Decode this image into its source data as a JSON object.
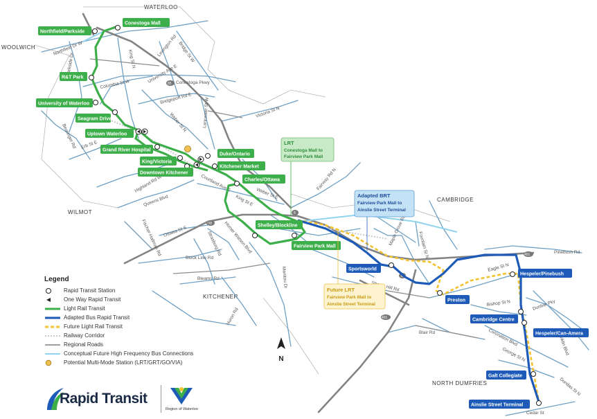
{
  "regions": {
    "waterloo": "WATERLOO",
    "woolwich": "WOOLWICH",
    "wilmot": "WILMOT",
    "cambridge": "CAMBRIDGE",
    "kitchener": "KITCHENER",
    "north_dumfries": "NORTH DUMFRIES"
  },
  "roads": {
    "northfield": "Northfield Dr W",
    "king": "King St N",
    "lexington": "Lexington Rd",
    "bridge": "Bridge St W",
    "university": "University Ave E",
    "conestoga_pkwy": "Conestoga Pkwy",
    "parkside": "Parkside Dr",
    "columbia": "Columbia St W",
    "bridgeport": "Bridgeport Rd E",
    "weber": "Weber St N",
    "lancaster": "Lancaster St W",
    "victoria": "Victoria St N",
    "erb": "Erb St E",
    "bearinger": "Bearinger Rd",
    "highland": "Highland Rd W",
    "queens": "Queens Blvd",
    "courtland": "Courtland Ave E",
    "king_e": "King St E",
    "weber_e": "Weber St E",
    "fairway": "Fairway Rd N",
    "ottawa": "Ottawa St S",
    "strasburg": "Strasburg Rd",
    "homer_watson": "Homer Watson Blvd",
    "block_line": "Block Line Rd",
    "bleams": "Bleams Rd",
    "manitou": "Manitou Dr",
    "fischer_hallman": "Fischer-Hallman Rd",
    "huron": "Huron Rd",
    "maple_grove": "Maple Grove Rd",
    "fountain": "Fountain St N",
    "shantz_hill": "Shantz Hill Rd",
    "pinebush": "Pinebush Rd",
    "eagle": "Eagle St N",
    "bishop": "Bishop St N",
    "dunbar": "Dunbar Pky",
    "coronation": "Coronation Blvd",
    "george": "George St N",
    "franklin": "Franklin Blvd",
    "dundas": "Dundas St N",
    "cedar": "Cedar St",
    "blair": "Blair Rd",
    "hwy_85": "85",
    "hwy_8": "8",
    "hwy_7": "7/8",
    "hwy_401": "401"
  },
  "stations": [
    {
      "label": "Conestoga Mall",
      "color": "#3daf4a"
    },
    {
      "label": "Northfield/Parkside",
      "color": "#3daf4a"
    },
    {
      "label": "R&T Park",
      "color": "#3daf4a"
    },
    {
      "label": "University of Waterloo",
      "color": "#3daf4a"
    },
    {
      "label": "Seagram Drive",
      "color": "#3daf4a"
    },
    {
      "label": "Uptown Waterloo",
      "color": "#3daf4a"
    },
    {
      "label": "Grand River Hospital",
      "color": "#3daf4a"
    },
    {
      "label": "King/Victoria",
      "color": "#3daf4a"
    },
    {
      "label": "Downtown Kitchener",
      "color": "#3daf4a"
    },
    {
      "label": "Duke/Ontario",
      "color": "#3daf4a"
    },
    {
      "label": "Kitchener Market",
      "color": "#3daf4a"
    },
    {
      "label": "Charles/Ottawa",
      "color": "#3daf4a"
    },
    {
      "label": "Shelley/Blockline",
      "color": "#3daf4a"
    },
    {
      "label": "Fairview Park Mall",
      "color": "#3daf4a"
    },
    {
      "label": "Sportsworld",
      "color": "#1e5bb8"
    },
    {
      "label": "Preston",
      "color": "#1e5bb8"
    },
    {
      "label": "Hespeler/Pinebush",
      "color": "#1e5bb8"
    },
    {
      "label": "Cambridge Centre",
      "color": "#1e5bb8"
    },
    {
      "label": "Hespeler/Can-Amera",
      "color": "#1e5bb8"
    },
    {
      "label": "Galt Collegiate",
      "color": "#1e5bb8"
    },
    {
      "label": "Ainslie Street Terminal",
      "color": "#1e5bb8"
    }
  ],
  "callouts": {
    "lrt": {
      "title": "LRT",
      "line1": "Conestoga Mall to",
      "line2": "Fairview Park Mall"
    },
    "brt": {
      "title": "Adapted BRT",
      "line1": "Fairview Park Mall to",
      "line2": "Ainslie Street Terminal"
    },
    "future": {
      "title": "Future LRT",
      "line1": "Fairview Park Mall to",
      "line2": "Ainslie Street Terminal"
    }
  },
  "legend": {
    "title": "Legend",
    "items": [
      {
        "symbol": "station",
        "label": "Rapid Transit Station"
      },
      {
        "symbol": "one-way",
        "label": "One Way Rapid Transit"
      },
      {
        "symbol": "lrt",
        "label": "Light Rail Transit"
      },
      {
        "symbol": "brt",
        "label": "Adapted Bus Rapid Transit"
      },
      {
        "symbol": "future",
        "label": "Future Light Rail Transit"
      },
      {
        "symbol": "rail",
        "label": "Railway Corridor"
      },
      {
        "symbol": "regional",
        "label": "Regional Roads"
      },
      {
        "symbol": "hfb",
        "label": "Conceptual Future High Frequency Bus Connections"
      },
      {
        "symbol": "multimodal",
        "label": "Potential Multi-Mode Station (LRT/GRT/GO/VIA)"
      }
    ]
  },
  "brand": {
    "title": "Rapid Transit",
    "region": "Region of Waterloo"
  },
  "north": "N",
  "colors": {
    "lrt": "#3daf4a",
    "brt": "#1e5bb8",
    "future": "#f2c230",
    "regional": "#666666",
    "hfb": "#8fd3ee",
    "road": "#6fa0c4",
    "highway": "#8a8a8a"
  }
}
